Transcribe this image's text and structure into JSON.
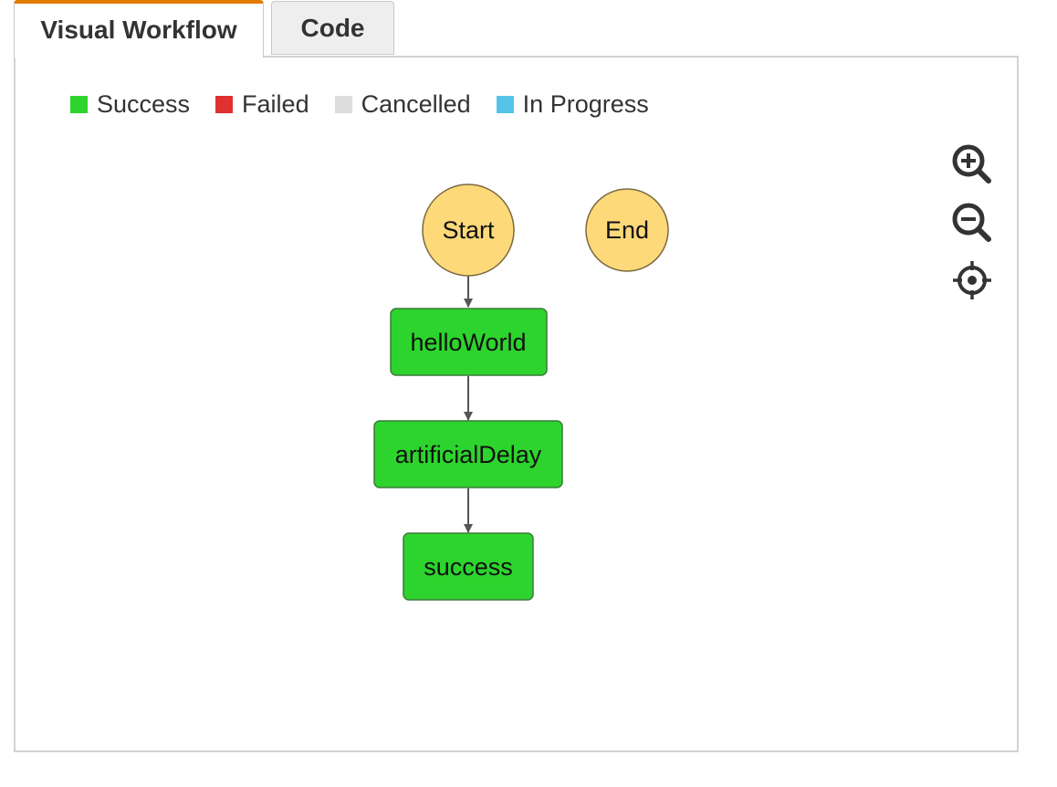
{
  "tabs": [
    {
      "label": "Visual Workflow",
      "active": true
    },
    {
      "label": "Code",
      "active": false
    }
  ],
  "legend": [
    {
      "label": "Success",
      "color": "#2dd42d"
    },
    {
      "label": "Failed",
      "color": "#e03030"
    },
    {
      "label": "Cancelled",
      "color": "#dddddd"
    },
    {
      "label": "In Progress",
      "color": "#55c4e8"
    }
  ],
  "workflow": {
    "start_label": "Start",
    "end_label": "End",
    "states": [
      {
        "name": "helloWorld",
        "status": "Success"
      },
      {
        "name": "artificialDelay",
        "status": "Success"
      },
      {
        "name": "success",
        "status": "Success"
      }
    ],
    "terminal_color": "#fdd97a",
    "success_color": "#2dd42d"
  },
  "zoom_controls": [
    {
      "icon": "zoom-in-icon"
    },
    {
      "icon": "zoom-out-icon"
    },
    {
      "icon": "center-target-icon"
    }
  ]
}
